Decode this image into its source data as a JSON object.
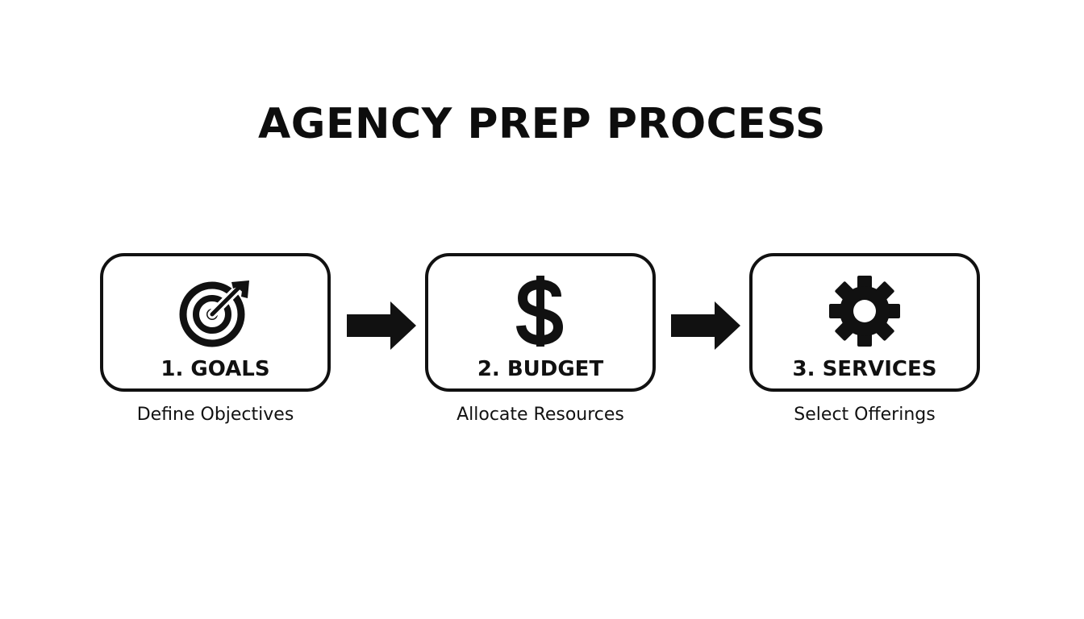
{
  "title": "AGENCY PREP PROCESS",
  "steps": [
    {
      "label": "1. GOALS",
      "caption": "Define Objectives",
      "icon": "target-arrow-icon"
    },
    {
      "label": "2. BUDGET",
      "caption": "Allocate Resources",
      "icon": "dollar-sign-icon"
    },
    {
      "label": "3. SERVICES",
      "caption": "Select Offerings",
      "icon": "gear-icon"
    }
  ],
  "colors": {
    "ink": "#111111",
    "background": "#ffffff"
  }
}
